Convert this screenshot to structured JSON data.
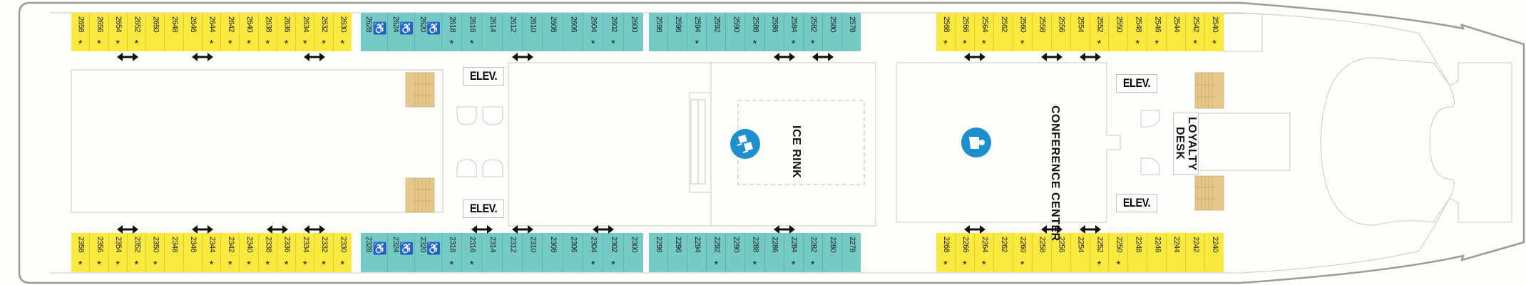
{
  "colors": {
    "standard": "#f9ea3d",
    "accessible_zone": "#74cbc5",
    "amenity_icon": "#1b8fd0"
  },
  "legend_symbols": {
    "star": "*",
    "accessible": "♿"
  },
  "top_row": [
    {
      "color": "yellow",
      "cabins": [
        {
          "n": "2658",
          "s": true
        },
        {
          "n": "2656",
          "s": true
        },
        {
          "n": "2654",
          "s": true
        },
        {
          "n": "2652",
          "s": true
        },
        {
          "n": "2650",
          "s": false
        },
        {
          "n": "2648",
          "s": false
        },
        {
          "n": "2646",
          "s": false
        },
        {
          "n": "2644",
          "s": true
        },
        {
          "n": "2642",
          "s": true
        },
        {
          "n": "2640",
          "s": true
        },
        {
          "n": "2638",
          "s": true
        },
        {
          "n": "2636",
          "s": true
        },
        {
          "n": "2634",
          "s": true
        },
        {
          "n": "2632",
          "s": true
        },
        {
          "n": "2630",
          "s": true
        }
      ]
    },
    {
      "color": "teal",
      "cabins": [
        {
          "n": "2628",
          "s": false,
          "a": true
        },
        {
          "n": "2624",
          "s": false,
          "a": true
        },
        {
          "n": "2620",
          "s": false,
          "a": true
        },
        {
          "n": "2618",
          "s": true
        },
        {
          "n": "2616",
          "s": true
        },
        {
          "n": "2614",
          "s": false
        },
        {
          "n": "2612",
          "s": false
        },
        {
          "n": "2610",
          "s": false
        },
        {
          "n": "2608",
          "s": false
        },
        {
          "n": "2606",
          "s": false
        },
        {
          "n": "2604",
          "s": true
        },
        {
          "n": "2602",
          "s": true
        },
        {
          "n": "2600",
          "s": false
        }
      ]
    },
    {
      "color": "teal",
      "cabins": [
        {
          "n": "2598",
          "s": false
        },
        {
          "n": "2596",
          "s": false
        },
        {
          "n": "2594",
          "s": true
        },
        {
          "n": "2592",
          "s": false
        },
        {
          "n": "2590",
          "s": false
        },
        {
          "n": "2588",
          "s": true
        },
        {
          "n": "2586",
          "s": false
        },
        {
          "n": "2584",
          "s": true
        },
        {
          "n": "2582",
          "s": true
        },
        {
          "n": "2580",
          "s": false
        },
        {
          "n": "2578",
          "s": false
        }
      ]
    },
    {
      "color": "yellow",
      "cabins": [
        {
          "n": "2568",
          "s": true
        },
        {
          "n": "2566",
          "s": true
        },
        {
          "n": "2564",
          "s": true
        },
        {
          "n": "2562",
          "s": false
        },
        {
          "n": "2560",
          "s": true
        },
        {
          "n": "2558",
          "s": false
        },
        {
          "n": "2556",
          "s": false
        },
        {
          "n": "2554",
          "s": false
        },
        {
          "n": "2552",
          "s": true
        },
        {
          "n": "2550",
          "s": false
        },
        {
          "n": "2548",
          "s": true
        },
        {
          "n": "2546",
          "s": true
        },
        {
          "n": "2544",
          "s": false
        },
        {
          "n": "2542",
          "s": true
        },
        {
          "n": "2540",
          "s": true
        }
      ]
    }
  ],
  "top_connecting": [
    [
      "2654",
      "2652"
    ],
    [
      "2646",
      "2644"
    ],
    [
      "2634",
      "2632"
    ],
    [
      "2612",
      "2610"
    ],
    [
      "2586",
      "2584"
    ],
    [
      "2582",
      "2580"
    ],
    [
      "2566",
      "2564"
    ],
    [
      "2558",
      "2556"
    ],
    [
      "2554",
      "2552"
    ]
  ],
  "bottom_row": [
    {
      "color": "yellow",
      "cabins": [
        {
          "n": "2358",
          "s": true
        },
        {
          "n": "2356",
          "s": true
        },
        {
          "n": "2354",
          "s": true
        },
        {
          "n": "2352",
          "s": true
        },
        {
          "n": "2350",
          "s": true
        },
        {
          "n": "2348",
          "s": false
        },
        {
          "n": "2346",
          "s": false
        },
        {
          "n": "2344",
          "s": true
        },
        {
          "n": "2342",
          "s": true
        },
        {
          "n": "2340",
          "s": true
        },
        {
          "n": "2338",
          "s": true
        },
        {
          "n": "2336",
          "s": true
        },
        {
          "n": "2334",
          "s": true
        },
        {
          "n": "2332",
          "s": true
        },
        {
          "n": "2330",
          "s": true
        }
      ]
    },
    {
      "color": "teal",
      "cabins": [
        {
          "n": "2328",
          "s": false,
          "a": true
        },
        {
          "n": "2324",
          "s": false,
          "a": true
        },
        {
          "n": "2320",
          "s": false,
          "a": true
        },
        {
          "n": "2318",
          "s": true
        },
        {
          "n": "2316",
          "s": true
        },
        {
          "n": "2314",
          "s": false
        },
        {
          "n": "2312",
          "s": false
        },
        {
          "n": "2310",
          "s": false
        },
        {
          "n": "2308",
          "s": false
        },
        {
          "n": "2306",
          "s": false
        },
        {
          "n": "2304",
          "s": true
        },
        {
          "n": "2302",
          "s": true
        },
        {
          "n": "2300",
          "s": false
        }
      ]
    },
    {
      "color": "teal",
      "cabins": [
        {
          "n": "2298",
          "s": false
        },
        {
          "n": "2296",
          "s": false
        },
        {
          "n": "2294",
          "s": false
        },
        {
          "n": "2292",
          "s": true
        },
        {
          "n": "2290",
          "s": false
        },
        {
          "n": "2288",
          "s": true
        },
        {
          "n": "2286",
          "s": false
        },
        {
          "n": "2284",
          "s": true
        },
        {
          "n": "2282",
          "s": true
        },
        {
          "n": "2280",
          "s": false
        },
        {
          "n": "2278",
          "s": false
        }
      ]
    },
    {
      "color": "yellow",
      "cabins": [
        {
          "n": "2268",
          "s": true
        },
        {
          "n": "2266",
          "s": true
        },
        {
          "n": "2264",
          "s": true
        },
        {
          "n": "2262",
          "s": false
        },
        {
          "n": "2260",
          "s": true
        },
        {
          "n": "2258",
          "s": false
        },
        {
          "n": "2256",
          "s": false
        },
        {
          "n": "2254",
          "s": false
        },
        {
          "n": "2252",
          "s": true
        },
        {
          "n": "2250",
          "s": true
        },
        {
          "n": "2248",
          "s": false
        },
        {
          "n": "2246",
          "s": false
        },
        {
          "n": "2244",
          "s": false
        },
        {
          "n": "2242",
          "s": false
        },
        {
          "n": "2240",
          "s": false
        }
      ]
    }
  ],
  "bottom_connecting": [
    [
      "2354",
      "2352"
    ],
    [
      "2346",
      "2344"
    ],
    [
      "2338",
      "2336"
    ],
    [
      "2334",
      "2332"
    ],
    [
      "2316",
      "2314"
    ],
    [
      "2312",
      "2310"
    ],
    [
      "2304",
      "2302"
    ],
    [
      "2286",
      "2284"
    ],
    [
      "2266",
      "2264"
    ],
    [
      "2258",
      "2256"
    ],
    [
      "2254",
      "2252"
    ]
  ],
  "venues": {
    "elevator_label": "ELEV.",
    "ice_rink": {
      "label": "ICE RINK",
      "icon": "ice-skates-icon"
    },
    "conference": {
      "label": "CONFERENCE CENTER",
      "icon": "podium-icon"
    },
    "loyalty": {
      "label": "LOYALTY DESK"
    }
  }
}
